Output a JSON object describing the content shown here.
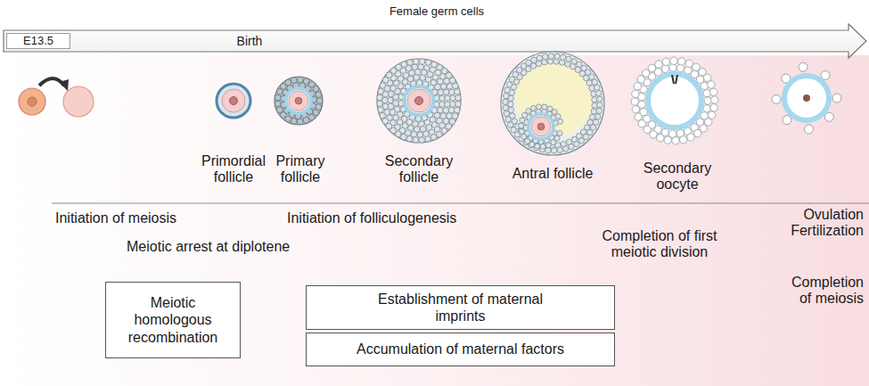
{
  "diagram": {
    "title": "Female germ cells",
    "nodes": [
      {
        "text": [
          "E13.5"
        ]
      },
      {
        "text": [
          "Meiotic homologous recombination"
        ]
      },
      {
        "text": [
          "Establishment of maternal imprints"
        ]
      },
      {
        "text": [
          "Accumulation of maternal factors"
        ]
      }
    ],
    "labels": [
      "Birth",
      "Primordial follicle",
      "Primary follicle",
      "Secondary follicle",
      "Antral follicle",
      "Secondary oocyte",
      "Initiation of meiosis",
      "Initiation of folliculogenesis",
      "Ovulation Fertilization",
      "Meiotic arrest at diplotene",
      "Completion of first meiotic division",
      "Completion of meiosis"
    ]
  }
}
